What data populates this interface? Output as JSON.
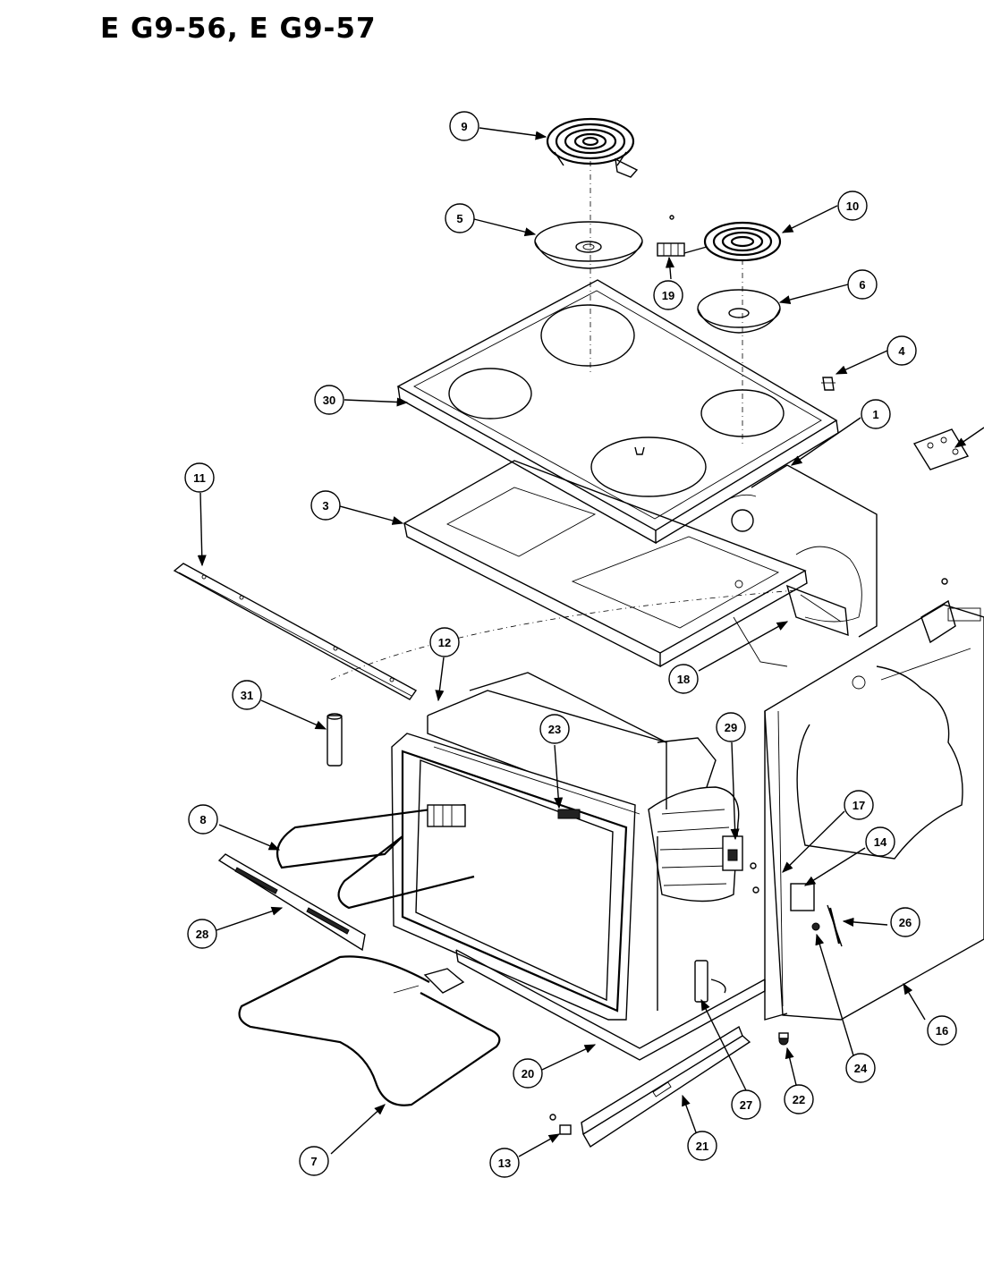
{
  "title": "E G9-56, E G9-57",
  "callouts": {
    "c1": "1",
    "c3": "3",
    "c4": "4",
    "c5": "5",
    "c6": "6",
    "c7": "7",
    "c8": "8",
    "c9": "9",
    "c10": "10",
    "c11": "11",
    "c12": "12",
    "c13": "13",
    "c14": "14",
    "c16": "16",
    "c17": "17",
    "c18": "18",
    "c19": "19",
    "c20": "20",
    "c21": "21",
    "c22": "22",
    "c23": "23",
    "c24": "24",
    "c26": "26",
    "c27": "27",
    "c28": "28",
    "c29": "29",
    "c30": "30",
    "c31": "31"
  }
}
